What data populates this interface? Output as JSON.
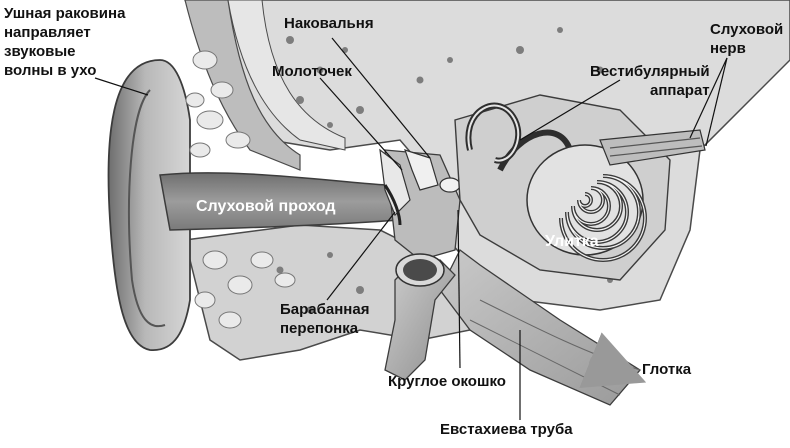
{
  "labels": {
    "pinna": "Ушная раковина\nнаправляет\nзвуковые\nволны в ухо",
    "incus": "Наковальня",
    "malleus": "Молоточек",
    "vestibular": "Вестибулярный\nаппарат",
    "nerve": "Слуховой\nнерв",
    "canal": "Слуховой проход",
    "cochlea": "Улитка",
    "eardrum": "Барабанная\nперепонка",
    "pharynx": "Глотка",
    "round_window": "Круглое окошко",
    "eustachian": "Евстахиева труба"
  },
  "colors": {
    "bone": "#d9d9d9",
    "bone_dark": "#8f8f8f",
    "canal": "#8a8a8a",
    "tissue": "#b5b5b5",
    "outline": "#4a4a4a",
    "text": "#111111"
  }
}
